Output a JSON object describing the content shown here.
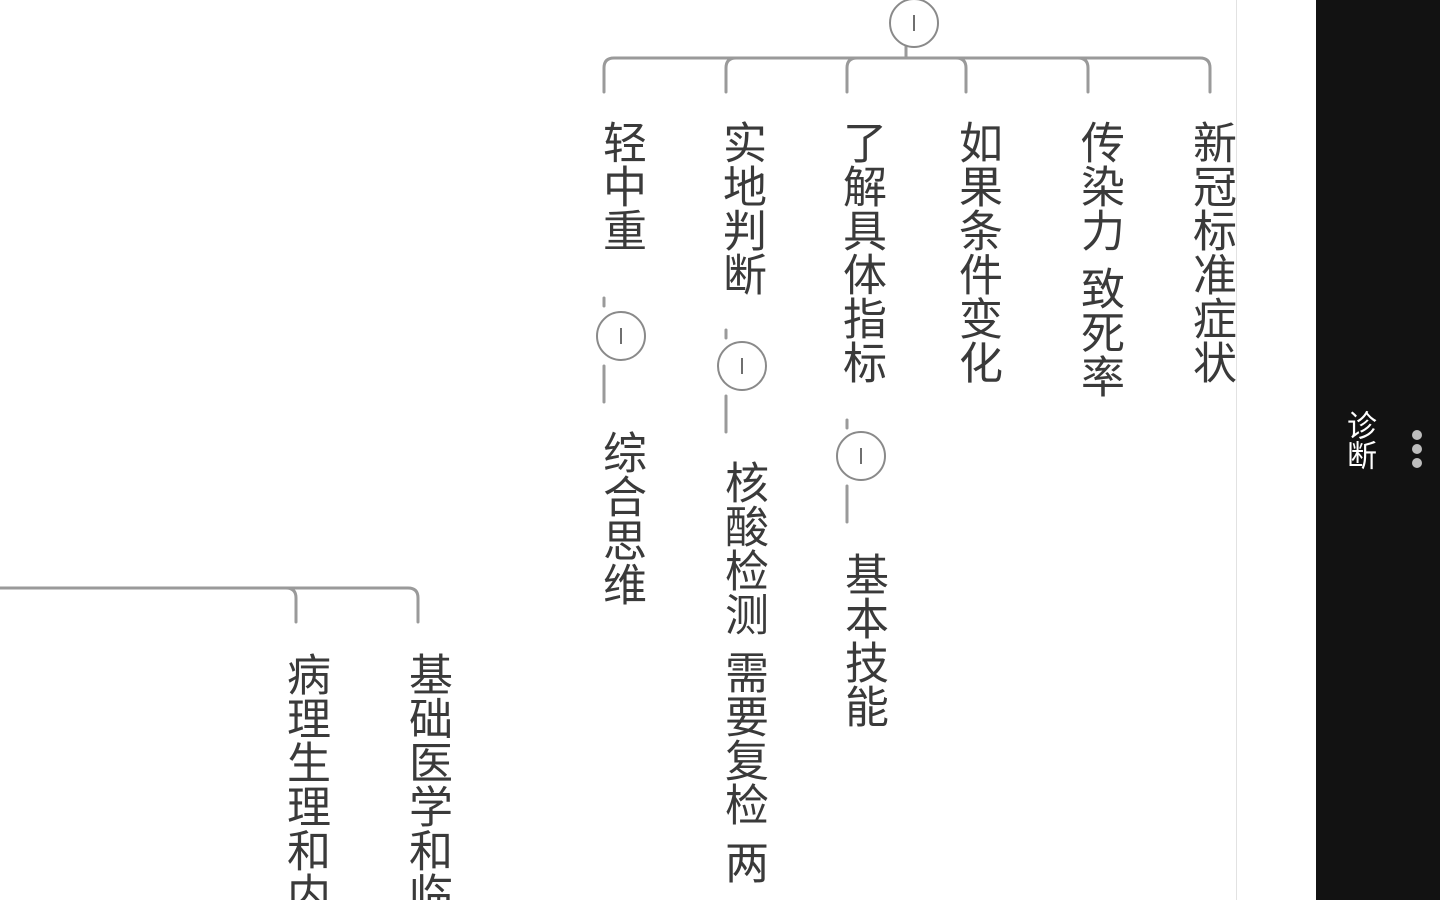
{
  "colors": {
    "canvas_background": "#ffffff",
    "connector": "#9a9a9a",
    "node_text": "#3a3a3a",
    "collapse_button_border": "#8a8a8a",
    "sidebar_background": "#121212",
    "sidebar_text": "#ffffff",
    "more_dots": "#bdbdbd"
  },
  "sidebar": {
    "title": "诊断",
    "more_icon": "more-vertical-icon"
  },
  "mindmap": {
    "collapse_icon": "collapse-minus-icon",
    "nodes": {
      "new_crown_symptoms": "新冠标准症状",
      "transmissibility": "传染力 致死率",
      "condition_change": "如果条件变化",
      "specific_indicators": "了解具体指标",
      "basic_skills": "基本技能",
      "field_judgment": "实地判断",
      "nucleic_acid": "核酸检测 需要复检 两",
      "severity": "轻中重",
      "comprehensive_thinking": "综合思维",
      "basic_medicine": "基础医学和临",
      "pathophysiology": "病理生理和内"
    }
  }
}
